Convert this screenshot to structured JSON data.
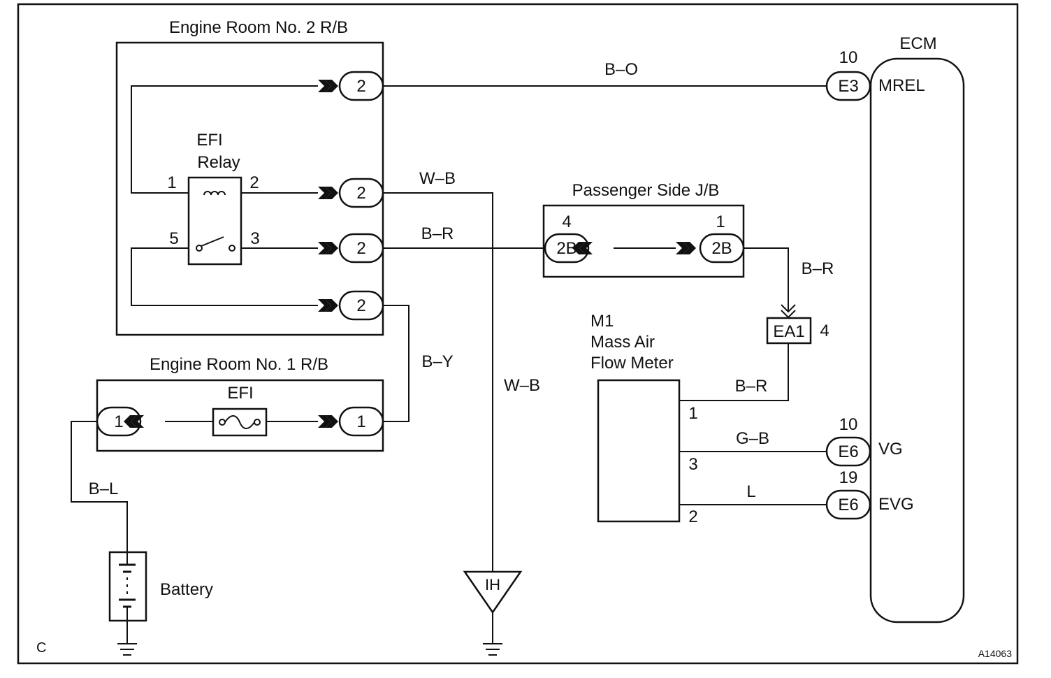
{
  "boxes": {
    "er2": "Engine Room No. 2 R/B",
    "er1": "Engine Room No. 1 R/B",
    "pjb": "Passenger Side J/B",
    "ecm": "ECM",
    "maf_ref": "M1",
    "maf_name1": "Mass Air",
    "maf_name2": "Flow Meter"
  },
  "components": {
    "efi_relay_1": "EFI",
    "efi_relay_2": "Relay",
    "efi_fuse": "EFI",
    "battery": "Battery",
    "ground_ih": "IH"
  },
  "connectors": {
    "er2_c1": "2",
    "er2_c2": "2",
    "er2_c3": "2",
    "er2_c4": "2",
    "er1_left": "1",
    "er1_right": "1",
    "pjb_left": "2B",
    "pjb_right": "2B",
    "ea1": "EA1",
    "ecm_e3": "E3",
    "ecm_e6_vg": "E6",
    "ecm_e6_evg": "E6"
  },
  "pins": {
    "relay_1": "1",
    "relay_2": "2",
    "relay_5": "5",
    "relay_3": "3",
    "pjb_left": "4",
    "pjb_right": "1",
    "ea1": "4",
    "e3": "10",
    "e6_vg": "10",
    "e6_evg": "19",
    "maf_1": "1",
    "maf_3": "3",
    "maf_2": "2"
  },
  "signals": {
    "mrel": "MREL",
    "vg": "VG",
    "evg": "EVG"
  },
  "wires": {
    "b_o": "B–O",
    "w_b_top": "W–B",
    "w_b_mid": "W–B",
    "b_r_main": "B–R",
    "b_r_jb": "B–R",
    "b_r_maf": "B–R",
    "b_y": "B–Y",
    "g_b": "G–B",
    "l": "L",
    "b_l": "B–L"
  },
  "corner": {
    "left": "C",
    "right": "A14063"
  }
}
